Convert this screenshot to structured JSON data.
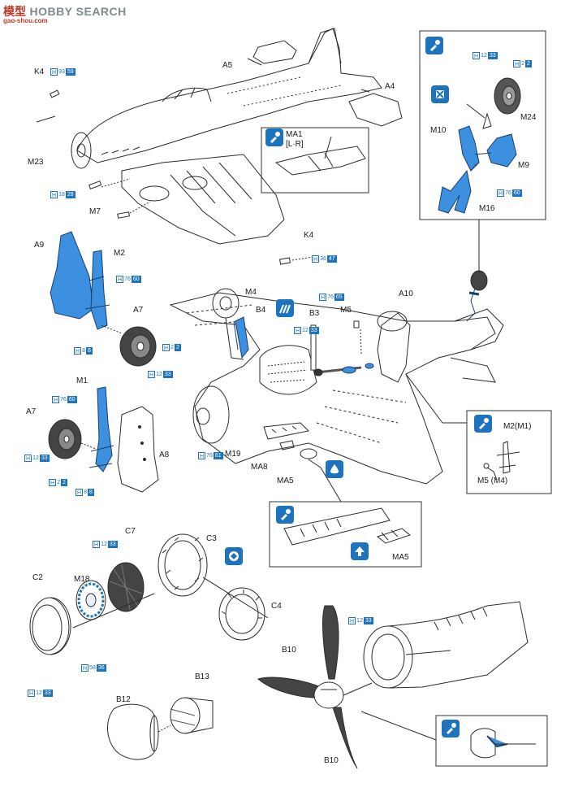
{
  "watermark": {
    "cn": "模型",
    "brand": "HOBBY SEARCH",
    "url": "gao-shou.com"
  },
  "labels": {
    "k4_top": "K4",
    "m23": "M23",
    "m7": "M7",
    "a5": "A5",
    "a4": "A4",
    "ma1": "MA1",
    "ma1_sub": "[L·R]",
    "k4_mid": "K4",
    "a9": "A9",
    "m2": "M2",
    "a7_top": "A7",
    "m1": "M1",
    "a7_bottom": "A7",
    "a8": "A8",
    "m4": "M4",
    "b4": "B4",
    "b3": "B3",
    "m5": "M5",
    "a10": "A10",
    "m19": "M19",
    "ma8": "MA8",
    "ma5": "MA5",
    "ma5_detail": "MA5",
    "m10": "M10",
    "m9": "M9",
    "m24": "M24",
    "m16": "M16",
    "m2m1": "M2(M1)",
    "m5m4": "M5 (M4)",
    "c2": "C2",
    "m18": "M18",
    "c7": "C7",
    "c3": "C3",
    "c4": "C4",
    "b10_top": "B10",
    "b10_bottom": "B10",
    "b13": "B13",
    "b12": "B12"
  },
  "refs": [
    {
      "key": "r1",
      "h": "H",
      "a": "93",
      "b": "59"
    },
    {
      "key": "r2",
      "h": "H",
      "a": "18",
      "b": "28"
    },
    {
      "key": "r3",
      "h": "H",
      "a": "36",
      "b": "47"
    },
    {
      "key": "r4",
      "h": "H",
      "a": "76",
      "b": "60"
    },
    {
      "key": "r5",
      "h": "H",
      "a": "8",
      "b": "8"
    },
    {
      "key": "r6",
      "h": "H",
      "a": "2",
      "b": "2"
    },
    {
      "key": "r7",
      "h": "H",
      "a": "12",
      "b": "33"
    },
    {
      "key": "r8",
      "h": "H",
      "a": "76",
      "b": "60"
    },
    {
      "key": "r9",
      "h": "H",
      "a": "12",
      "b": "33"
    },
    {
      "key": "r10",
      "h": "H",
      "a": "2",
      "b": "2"
    },
    {
      "key": "r11",
      "h": "H",
      "a": "8",
      "b": "8"
    },
    {
      "key": "r12",
      "h": "H",
      "a": "76",
      "b": "61"
    },
    {
      "key": "r13",
      "h": "H",
      "a": "76",
      "b": "65"
    },
    {
      "key": "r14",
      "h": "H",
      "a": "12",
      "b": "33"
    },
    {
      "key": "r15",
      "h": "H",
      "a": "12",
      "b": "33"
    },
    {
      "key": "r16",
      "h": "H",
      "a": "2",
      "b": "2"
    },
    {
      "key": "r17",
      "h": "H",
      "a": "76",
      "b": "60"
    },
    {
      "key": "r18",
      "h": "H",
      "a": "12",
      "b": "33"
    },
    {
      "key": "r19",
      "h": "H",
      "a": "58",
      "b": "36"
    },
    {
      "key": "r20",
      "h": "H",
      "a": "12",
      "b": "33"
    },
    {
      "key": "r21",
      "h": "H",
      "a": "12",
      "b": "33"
    }
  ],
  "icons": [
    "glue-icon",
    "no-glue-icon",
    "paint-icon",
    "direction-icon",
    "upward-icon"
  ],
  "colors": {
    "accent": "#1e73be",
    "part_blue": "#3d8fe0",
    "line": "#2b2b2b",
    "dark_part": "#555555"
  }
}
